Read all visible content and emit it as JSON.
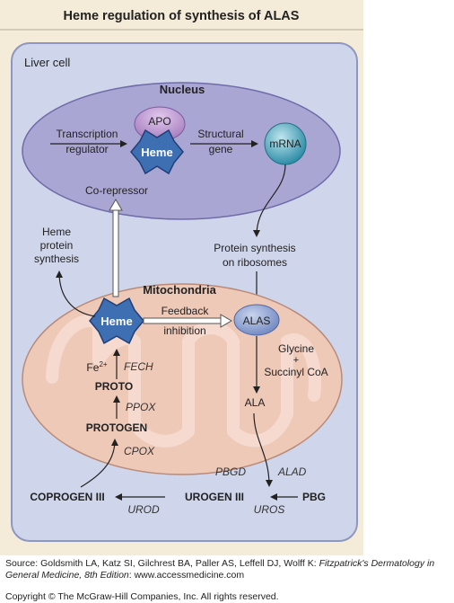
{
  "figure": {
    "title": "Heme regulation of synthesis of ALAS",
    "cell_label": "Liver cell",
    "nucleus": {
      "label": "Nucleus",
      "apo": "APO",
      "heme": "Heme",
      "transcription_line1": "Transcription",
      "transcription_line2": "regulator",
      "structural_line1": "Structural",
      "structural_line2": "gene",
      "mrna": "mRNA",
      "corepressor": "Co-repressor"
    },
    "heme_protein_line1": "Heme",
    "heme_protein_line2": "protein",
    "heme_protein_line3": "synthesis",
    "protein_synth_line1": "Protein synthesis",
    "protein_synth_line2": "on ribosomes",
    "mitochondria": {
      "label": "Mitochondria",
      "heme": "Heme",
      "feedback_line1": "Feedback",
      "feedback_line2": "inhibition",
      "alas": "ALAS",
      "glycine": "Glycine",
      "plus": "+",
      "succinyl": "Succinyl CoA",
      "ala": "ALA",
      "fe": "Fe",
      "fe_sup": "2+",
      "fech": "FECH",
      "proto": "PROTO",
      "ppox": "PPOX",
      "protogen": "PROTOGEN",
      "cpox": "CPOX"
    },
    "pbgd": "PBGD",
    "alad": "ALAD",
    "coprogen": "COPROGEN III",
    "urogen": "UROGEN III",
    "pbg": "PBG",
    "urod": "UROD",
    "uros": "UROS"
  },
  "caption": {
    "source_prefix": "Source: Goldsmith LA, Katz SI, Gilchrest BA, Paller AS, Leffell DJ, Wolff K: ",
    "source_book": "Fitzpatrick's Dermatology in General Medicine, 8th Edition",
    "source_suffix": ": www.accessmedicine.com",
    "copyright": "Copyright © The McGraw-Hill Companies, Inc. All rights reserved."
  },
  "colors": {
    "panel_bg": "#f4ecd8",
    "cell_fill": "#cfd5ea",
    "nucleus_fill": "#a9a6d3",
    "mito_fill": "#efc9b8",
    "heme_blue": "#3f6fb3",
    "apo_purple": "#b58fc8",
    "alas_blue": "#8aa0cf",
    "mrna_teal": "#3fa0b8"
  }
}
